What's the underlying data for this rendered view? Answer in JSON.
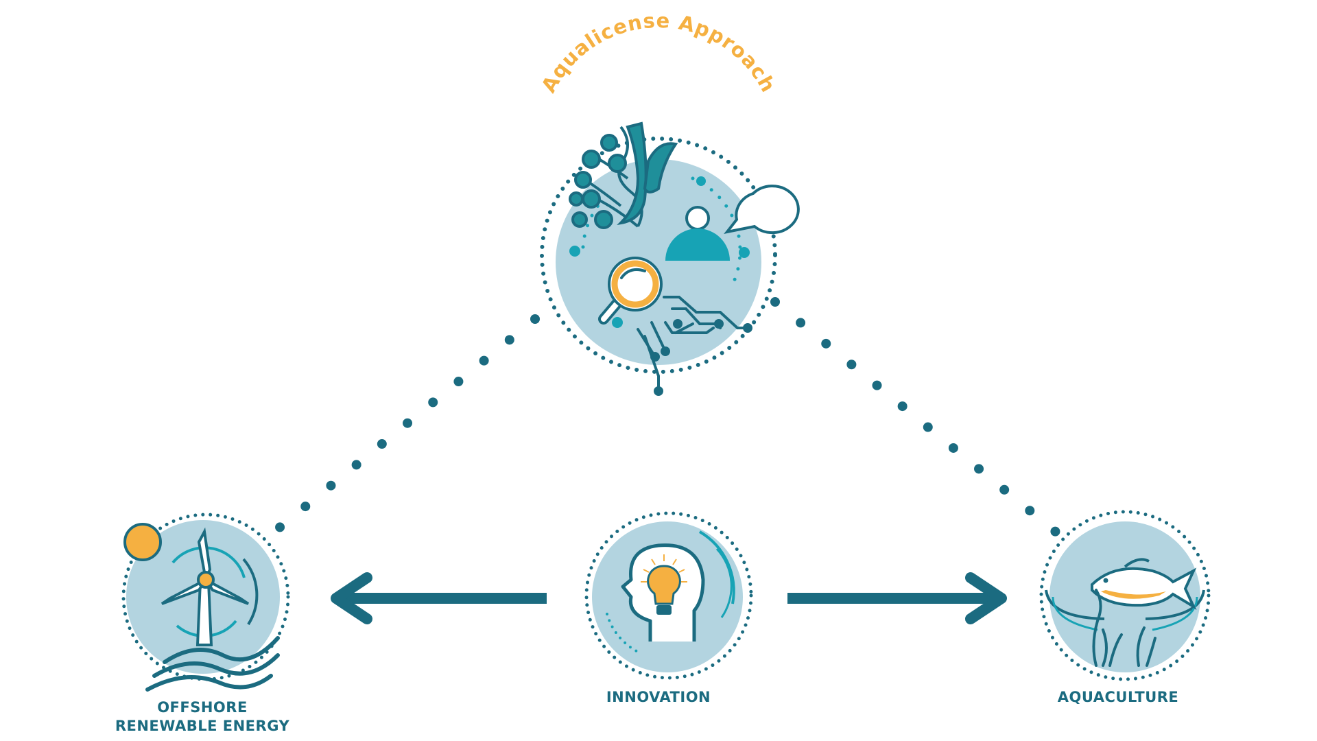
{
  "title": "Aqualicense Approach",
  "nodes": {
    "offshore": {
      "line1": "OFFSHORE",
      "line2": "RENEWABLE ENERGY"
    },
    "innovation": {
      "label": "INNOVATION"
    },
    "aquaculture": {
      "label": "AQUACULTURE"
    }
  },
  "colors": {
    "teal_dark": "#1b6b80",
    "teal_mid": "#1f8f9a",
    "teal_bright": "#17a3b5",
    "light_blue": "#b3d4e0",
    "orange": "#f5b041",
    "white": "#ffffff"
  },
  "icons": [
    "seaweed-icon",
    "person-icon",
    "speech-bubble-icon",
    "magnifier-icon",
    "circuit-icon",
    "sun-icon",
    "wind-turbine-icon",
    "waves-icon",
    "head-lightbulb-icon",
    "fish-icon"
  ]
}
